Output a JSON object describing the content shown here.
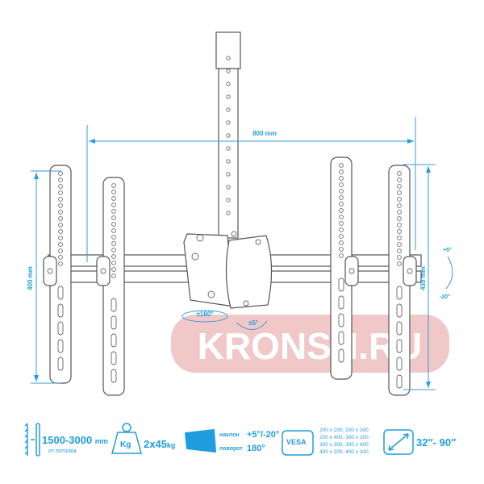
{
  "dimensions": {
    "width": "800 mm",
    "height_left": "400 mm",
    "height_right": "435 mm",
    "tilt_up": "+5°",
    "tilt_down": "-20°",
    "swivel": "±180°",
    "rotate": "±5°"
  },
  "watermark": "KRONSH.RU",
  "specs": {
    "height_range": "1500-3000",
    "height_unit": "mm",
    "height_note": "от потолка",
    "weight_icon_label": "Kg",
    "load": "2x45",
    "load_unit": "kg",
    "tilt_label": "наклон",
    "tilt_value": "+5°/-20°",
    "swivel_label": "поворот",
    "swivel_value": "180°",
    "vesa_label": "VESA",
    "vesa_sizes": [
      "200 x 200, 200 x 300",
      "200 x 400, 300 x 200",
      "300 x 300, 300 x 400",
      "400 x 200, 400 x 300"
    ],
    "screen_size": "32″- 90″"
  },
  "colors": {
    "accent": "#1e9ee0",
    "watermark": "#e39a9a"
  }
}
